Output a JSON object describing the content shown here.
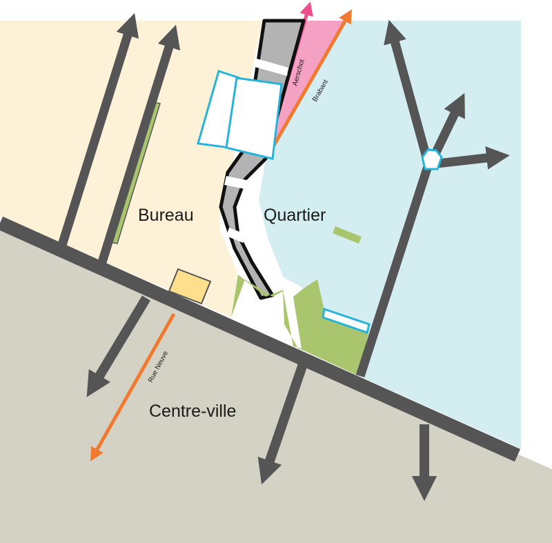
{
  "map": {
    "zones": {
      "bureau": "Bureau",
      "quartier": "Quartier",
      "centre_ville": "Centre-ville"
    },
    "streets": {
      "aerschot": "Aerschot",
      "brabant": "Brabant",
      "rue_neuve": "Rue Neuve"
    },
    "colors": {
      "bureau_zone": "#fdf2d8",
      "quartier_zone": "#d4edf1",
      "centre_ville_zone": "#d3d2c5",
      "main_road": "#555555",
      "station_track": "#b3b3b4",
      "park": "#a9c66e",
      "pink_route": "#ec4f8c",
      "orange_route": "#f27a30",
      "building_outline": "#25b3dc",
      "yellow_building": "#fddf8e"
    }
  }
}
